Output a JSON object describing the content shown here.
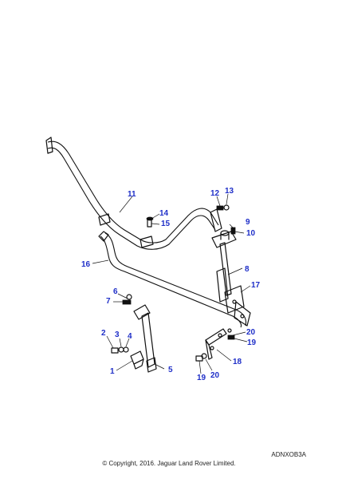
{
  "diagram": {
    "ref_code": "ADNXOB3A",
    "copyright": "© Copyright, 2016. Jaguar Land Rover Limited.",
    "callouts": [
      "1",
      "2",
      "3",
      "4",
      "5",
      "6",
      "7",
      "8",
      "10",
      "11",
      "12",
      "13",
      "14",
      "15",
      "16",
      "17",
      "18",
      "19",
      "20",
      "9"
    ],
    "callout_19b": "19",
    "callout_20b": "20"
  }
}
